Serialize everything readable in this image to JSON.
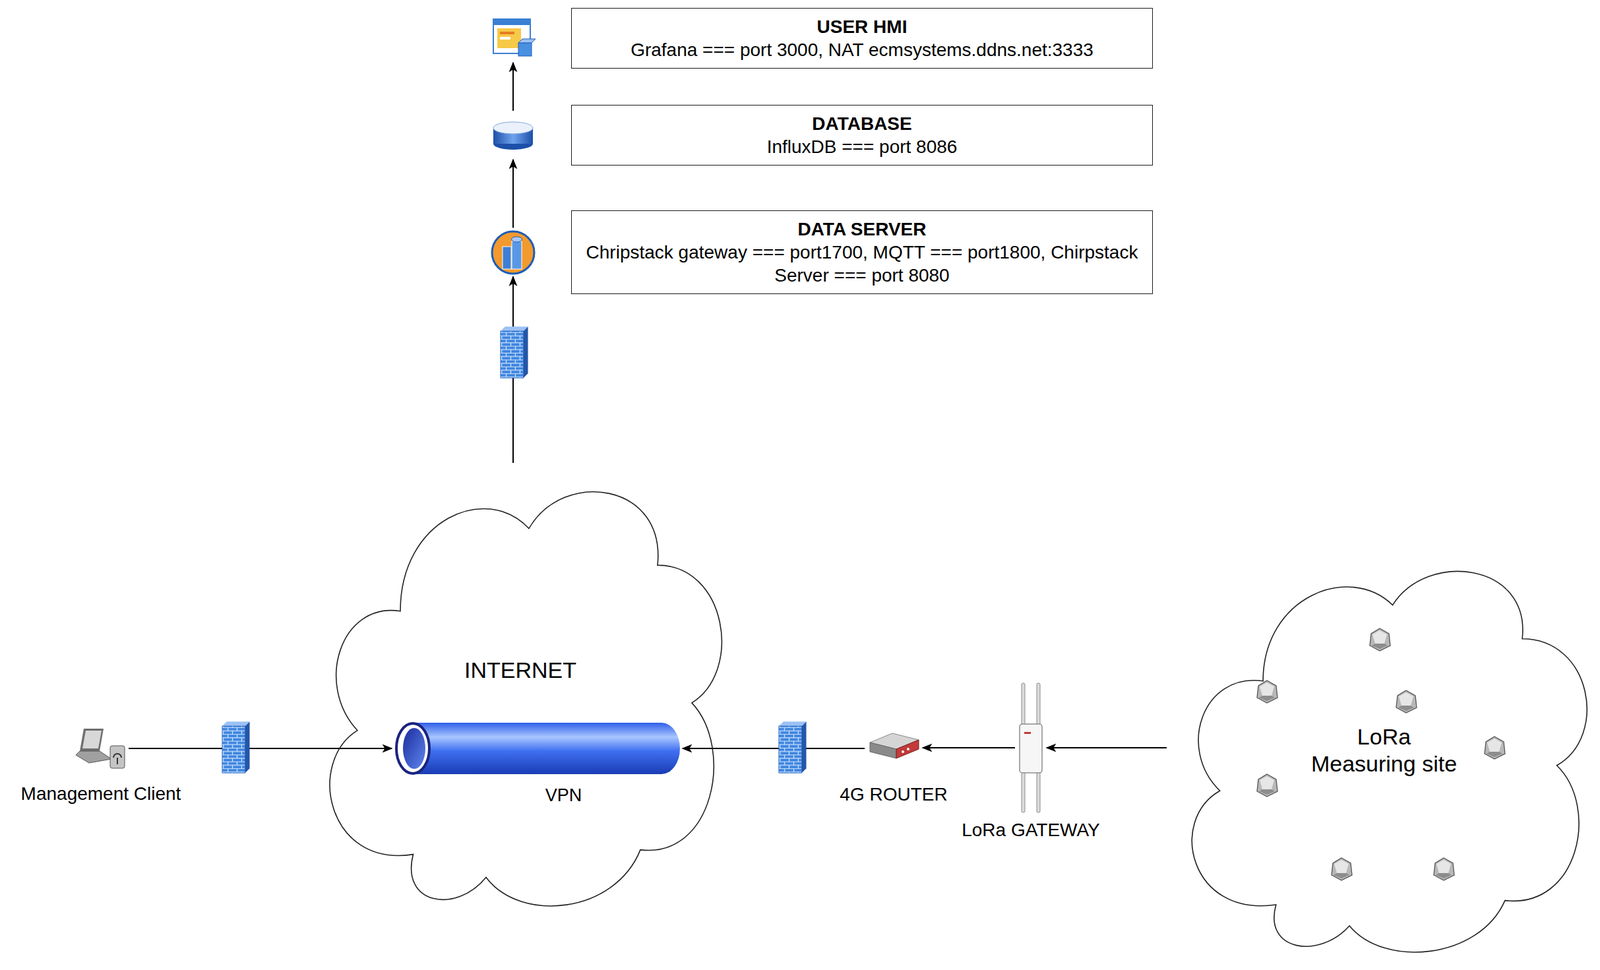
{
  "diagram": {
    "nodes": [
      {
        "text": [
          "USER HMI",
          "Grafana === port 3000, NAT ecmsystems.ddns.net:3333"
        ]
      },
      {
        "text": [
          "DATABASE",
          "InfluxDB === port 8086"
        ]
      },
      {
        "text": [
          "DATA SERVER",
          "Chripstack gateway === port1700, MQTT === port1800, Chirpstack Server === port 8080"
        ]
      },
      {
        "text": [
          "Management Client"
        ]
      },
      {
        "text": [
          "INTERNET"
        ]
      },
      {
        "text": [
          "VPN"
        ],
        "in": 4
      },
      {
        "text": [
          "4G ROUTER"
        ]
      },
      {
        "text": [
          "LoRa GATEWAY"
        ]
      },
      {
        "text": [
          "LoRa Measuring site"
        ]
      }
    ],
    "edges": [
      {
        "from": 4,
        "to": 2,
        "arrow": "to"
      },
      {
        "from": 2,
        "to": 1,
        "arrow": "to"
      },
      {
        "from": 1,
        "to": 0,
        "arrow": "to"
      },
      {
        "from": 3,
        "to": 5,
        "arrow": "to"
      },
      {
        "from": 8,
        "to": 7,
        "arrow": "to"
      },
      {
        "from": 7,
        "to": 6,
        "arrow": "to"
      },
      {
        "from": 6,
        "to": 5,
        "arrow": "to"
      }
    ]
  }
}
